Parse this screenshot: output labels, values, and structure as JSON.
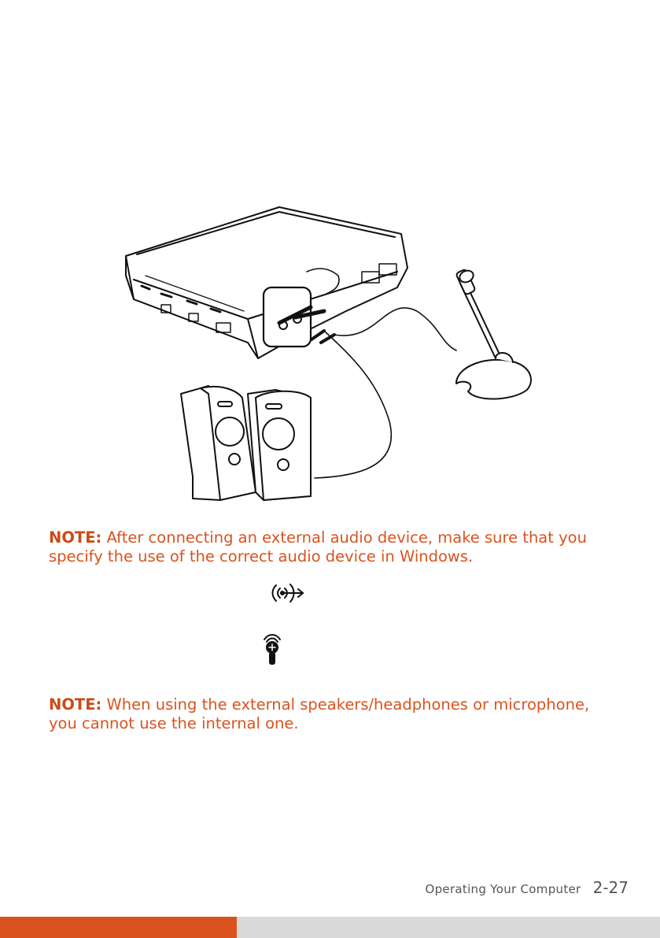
{
  "notes": [
    {
      "label": "NOTE:",
      "text": "After connecting an external audio device, make sure that you specify the use of the correct audio device in Windows."
    },
    {
      "label": "NOTE:",
      "text": "When using the external speakers/headphones or microphone, you cannot use the internal one."
    }
  ],
  "icons": {
    "audio_out": "audio-out-icon",
    "microphone": "microphone-icon"
  },
  "footer": {
    "section": "Operating Your Computer",
    "page": "2-27"
  },
  "colors": {
    "accent": "#d9531e",
    "footer_bar": "#d9d9d9"
  }
}
